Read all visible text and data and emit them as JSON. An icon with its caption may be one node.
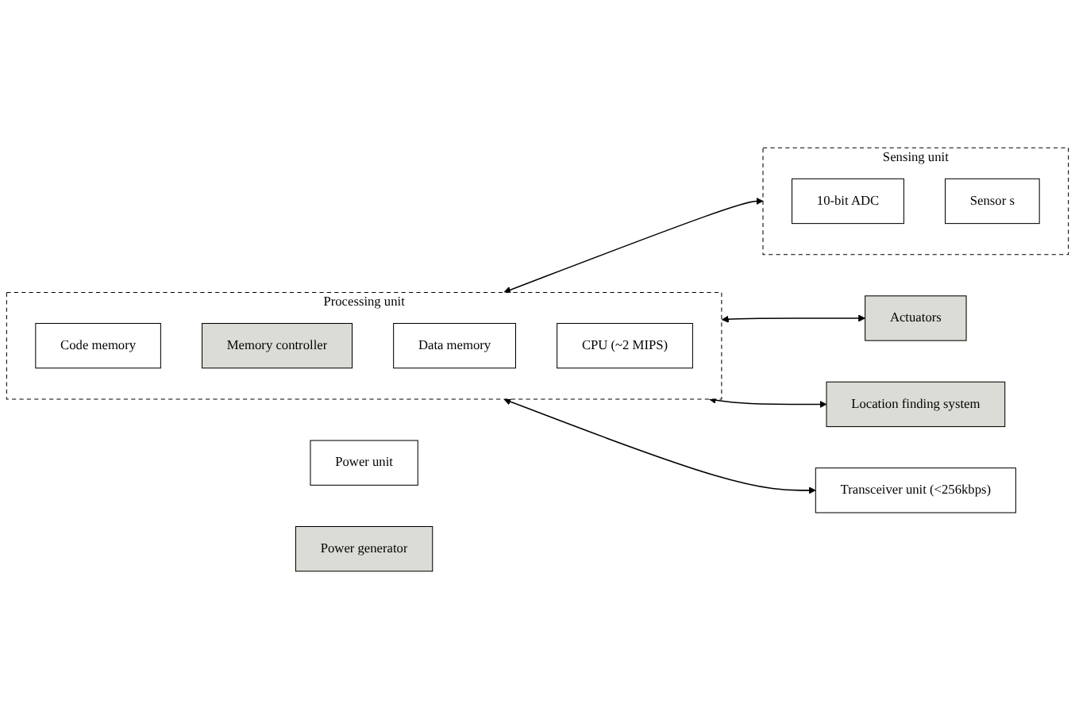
{
  "diagram": {
    "nodes": [
      {
        "text": [
          "Processing unit"
        ]
      },
      {
        "text": [
          "Code memory"
        ],
        "in": 0
      },
      {
        "text": [
          "Memory controller"
        ],
        "in": 0
      },
      {
        "text": [
          "Data memory"
        ],
        "in": 0
      },
      {
        "text": [
          "CPU (~2 MIPS)"
        ],
        "in": 0
      },
      {
        "text": [
          "Sensing unit"
        ]
      },
      {
        "text": [
          "10-bit ADC"
        ],
        "in": 5
      },
      {
        "text": [
          "Sensor s"
        ],
        "in": 5
      },
      {
        "text": [
          "Actuators"
        ]
      },
      {
        "text": [
          "Location finding system"
        ]
      },
      {
        "text": [
          "Transceiver unit (<256kbps)"
        ]
      },
      {
        "text": [
          "Power unit"
        ]
      },
      {
        "text": [
          "Power generator"
        ]
      }
    ],
    "edges": [
      {
        "from": 0,
        "to": 5,
        "arrow": "both"
      },
      {
        "from": 0,
        "to": 8,
        "arrow": "both"
      },
      {
        "from": 0,
        "to": 9,
        "arrow": "both"
      },
      {
        "from": 0,
        "to": 10,
        "arrow": "both"
      }
    ]
  }
}
